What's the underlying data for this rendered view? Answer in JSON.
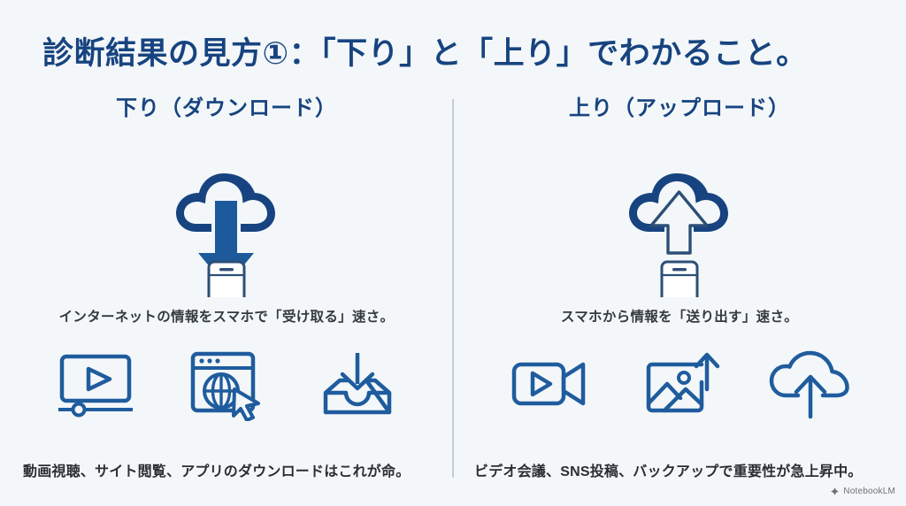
{
  "slide": {
    "title": "診断結果の見方①：「下り」と「上り」でわかること。",
    "background_color": "#f4f7f9",
    "accent_color": "#174480",
    "icon_color": "#1f5c9e"
  },
  "columns": [
    {
      "key": "download",
      "heading": "下り（ダウンロード）",
      "hero_icon": "cloud-download-to-phone-icon",
      "lead": "インターネットの情報をスマホで「受け取る」速さ。",
      "caption": "動画視聴、サイト閲覧、アプリのダウンロードはこれが命。",
      "icons": [
        {
          "name": "video-player-icon",
          "label": "動画視聴"
        },
        {
          "name": "browser-globe-cursor-icon",
          "label": "サイト閲覧"
        },
        {
          "name": "download-tray-icon",
          "label": "アプリのダウンロード"
        }
      ]
    },
    {
      "key": "upload",
      "heading": "上り（アップロード）",
      "hero_icon": "cloud-upload-from-phone-icon",
      "lead": "スマホから情報を「送り出す」速さ。",
      "caption": "ビデオ会議、SNS投稿、バックアップで重要性が急上昇中。",
      "icons": [
        {
          "name": "video-camera-icon",
          "label": "ビデオ会議"
        },
        {
          "name": "image-upload-icon",
          "label": "SNS投稿"
        },
        {
          "name": "cloud-upload-icon",
          "label": "バックアップ"
        }
      ]
    }
  ],
  "watermark": {
    "label": "NotebookLM",
    "icon": "notebooklm-icon"
  }
}
